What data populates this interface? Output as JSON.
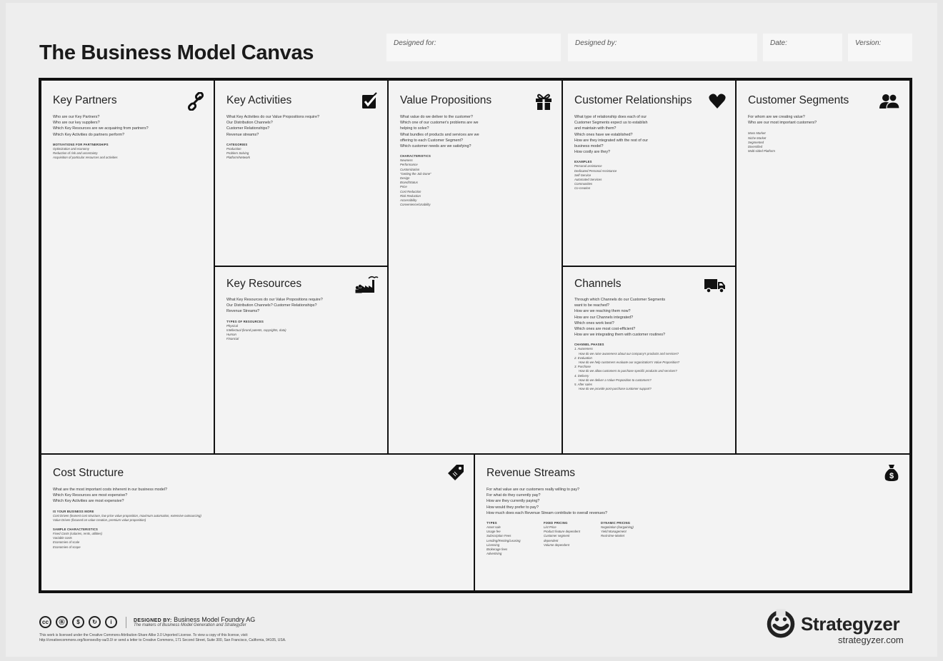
{
  "title": "The Business Model Canvas",
  "meta": {
    "designed_for": "Designed for:",
    "designed_by": "Designed by:",
    "date": "Date:",
    "version": "Version:"
  },
  "blocks": {
    "key_partners": {
      "title": "Key Partners",
      "icon": "link-icon",
      "questions": [
        "Who are our Key Partners?",
        "Who are our key suppliers?",
        "Which Key Resources are we acquairing from partners?",
        "Which Key Activities do partners perform?"
      ],
      "sub_title": "MOTIVATIONS FOR PARTNERSHIPS",
      "items": [
        "Optimization and economy",
        "Reduction of risk and uncertainty",
        "Acquisition of particular resources and activities"
      ]
    },
    "key_activities": {
      "title": "Key Activities",
      "icon": "checkbox-icon",
      "questions": [
        "What Key Activities do our Value Propositions require?",
        "Our Distribution Channels?",
        "Customer Relationships?",
        "Revenue streams?"
      ],
      "sub_title": "CATEGORIES",
      "items": [
        "Production",
        "Problem Solving",
        "Platform/Network"
      ]
    },
    "key_resources": {
      "title": "Key Resources",
      "icon": "factory-icon",
      "questions": [
        "What Key Resources do our Value Propositions require?",
        "Our Distribution Channels? Customer Relationships?",
        "Revenue Streams?"
      ],
      "sub_title": "TYPES OF RESOURCES",
      "items": [
        "Physical",
        "Intellectual (brand patents, copyrights, data)",
        "Human",
        "Financial"
      ]
    },
    "value_propositions": {
      "title": "Value Propositions",
      "icon": "gift-icon",
      "questions": [
        "What value do we deliver to the customer?",
        "Which one of our customer's problems are we",
        "helping to solve?",
        "What bundles of products and services are we",
        "offering to each Customer Segment?",
        "Which customer needs are we satisfying?"
      ],
      "sub_title": "CHARACTERISTICS",
      "items": [
        "Newness",
        "Performance",
        "Customization",
        "\"Getting the Job Done\"",
        "Design",
        "Brand/Status",
        "Price",
        "Cost Reduction",
        "Risk Reduction",
        "Accessibility",
        "Convenience/Usability"
      ]
    },
    "customer_relationships": {
      "title": "Customer Relationships",
      "icon": "heart-icon",
      "questions": [
        "What type of relationship does each of our",
        "Customer Segments expect us to establish",
        "and maintain with them?",
        "Which ones have we established?",
        "How are they integrated with the rest of our",
        "business model?",
        "How costly are they?"
      ],
      "sub_title": "EXAMPLES",
      "items": [
        "Personal assistance",
        "Dedicated Personal Assistance",
        "Self-Service",
        "Automated Services",
        "Communities",
        "Co-creation"
      ]
    },
    "channels": {
      "title": "Channels",
      "icon": "truck-icon",
      "questions": [
        "Through which Channels do our Customer Segments",
        "want to be reached?",
        "How are we reaching them now?",
        "How are our Channels integrated?",
        "Which ones work best?",
        "Which ones are most cost-efficient?",
        "How are we integrating them with customer routines?"
      ],
      "sub_title": "CHANNEL PHASES",
      "phases": [
        {
          "label": "1. Awareness",
          "detail": "How do we raise awareness about our company's products and services?"
        },
        {
          "label": "2. Evaluation",
          "detail": "How do we help customers evaluate our organization's Value Proposition?"
        },
        {
          "label": "3. Purchase",
          "detail": "How do we allow customers to purchase specific products and services?"
        },
        {
          "label": "4. Delivery",
          "detail": "How do we deliver a Value Proposition to customers?"
        },
        {
          "label": "5. After sales",
          "detail": "How do we provide post-purchase customer support?"
        }
      ]
    },
    "customer_segments": {
      "title": "Customer Segments",
      "icon": "people-icon",
      "questions": [
        "For whom are we creating value?",
        "Who are our most important customers?"
      ],
      "items": [
        "Mass Market",
        "Niche Market",
        "Segmented",
        "Diversified",
        "Multi-sided Platform"
      ]
    },
    "cost_structure": {
      "title": "Cost Structure",
      "icon": "price-tag-icon",
      "questions": [
        "What are the most important costs inherent in our business model?",
        "Which Key Resources are most expensive?",
        "Which Key Activities are most expensive?"
      ],
      "sub_title": "IS YOUR BUSINESS MORE",
      "items": [
        "Cost Driven (leanest cost structure, low price value proposition, maximum automation, extensive outsourcing)",
        "Value Driven (focused on value creation, premium value proposition)"
      ],
      "sub_title2": "SAMPLE CHARACTERISTICS",
      "items2": [
        "Fixed Costs (salaries, rents, utilities)",
        "Variable costs",
        "Economies of scale",
        "Economies of scope"
      ]
    },
    "revenue_streams": {
      "title": "Revenue Streams",
      "icon": "money-bag-icon",
      "questions": [
        "For what value are our customers really willing to pay?",
        "For what do they currently pay?",
        "How are they currently paying?",
        "How would they prefer to pay?",
        "How much does each Revenue Stream contribute to overall revenues?"
      ],
      "types_title": "TYPES",
      "types": [
        "Asset sale",
        "Usage fee",
        "Subscription Fees",
        "Lending/Renting/Leasing",
        "Licensing",
        "Brokerage fees",
        "Advertising"
      ],
      "fixed_title": "FIXED PRICING",
      "fixed": [
        "List Price",
        "Product feature dependent",
        "Customer segment",
        "dependent",
        "Volume dependent"
      ],
      "dynamic_title": "DYNAMIC PRICING",
      "dynamic": [
        "Negotiation (bargaining)",
        "Yield Management",
        "Real-time-Market"
      ]
    }
  },
  "footer": {
    "cc_icons": [
      "cc",
      "by",
      "nc",
      "sa",
      "i"
    ],
    "designed_by_label": "DESIGNED BY:",
    "designed_by_value": "Business Model Foundry AG",
    "designed_by_sub": "The makers of Business Model Generation and Strategyzer",
    "license_line1": "This work is licensed under the Creative Commons Attribution-Share Alike 3.0 Unported License. To view a copy of this license, visit:",
    "license_line2": "http://creativecommons.org/licenses/by-sa/3.0/ or send a letter to Creative Commons, 171 Second Street, Suite 300, San Francisco, California, 94105, USA.",
    "logo_text": "Strategyzer",
    "logo_url": "strategyzer.com"
  }
}
